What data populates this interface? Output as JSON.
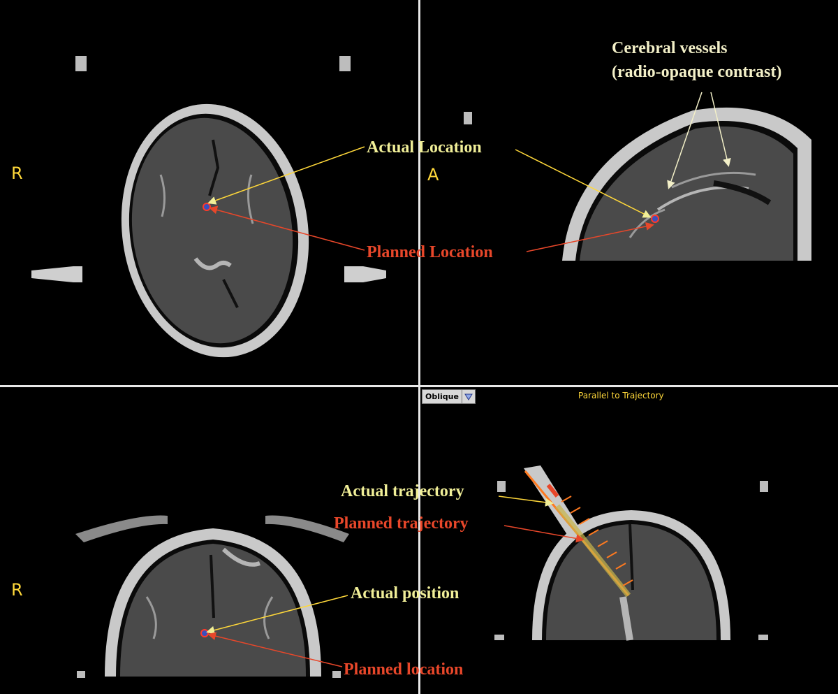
{
  "orientation": {
    "axial": "R",
    "sagittal": "A",
    "coronal": "R"
  },
  "toolbar": {
    "view_mode": "Oblique",
    "view_title": "Parallel to Trajectory"
  },
  "annotations": {
    "cerebral_vessels_line1": "Cerebral vessels",
    "cerebral_vessels_line2": "(radio-opaque contrast)",
    "actual_location": "Actual Location",
    "planned_location": "Planned Location",
    "actual_trajectory": "Actual trajectory",
    "planned_trajectory": "Planned trajectory",
    "actual_position": "Actual position",
    "planned_location_coronal": "Planned location"
  },
  "colors": {
    "background": "#000000",
    "divider": "#e8e8e8",
    "orientation_label": "#ffd83a",
    "actual_annotation": "#f1ef98",
    "planned_annotation": "#e8472a",
    "skull": "#c8c8c8",
    "brain": "#4a4a4a"
  },
  "icons": {
    "dropdown": "triangle-down-icon"
  }
}
